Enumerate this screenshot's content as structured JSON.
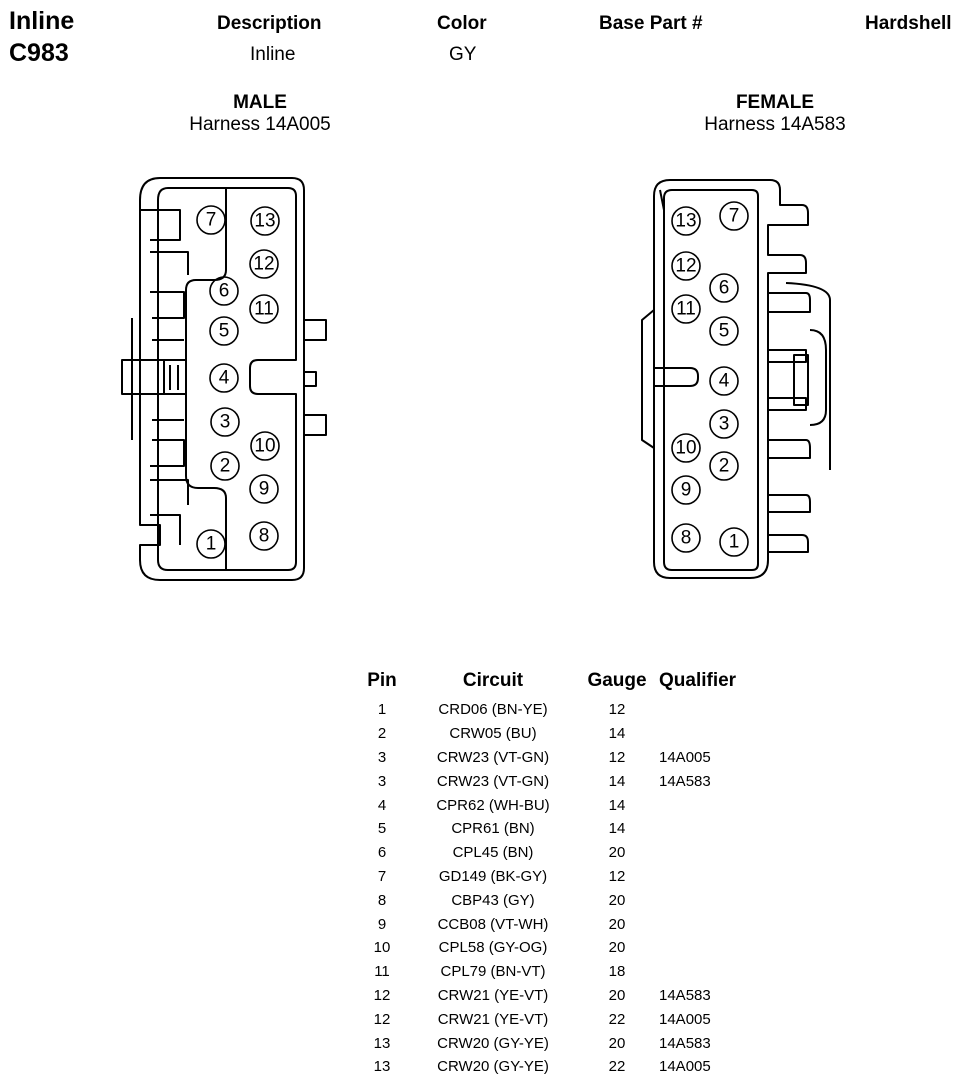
{
  "header": {
    "connector_type": "Inline",
    "connector_id": "C983",
    "columns": {
      "description_label": "Description",
      "color_label": "Color",
      "base_part_label": "Base Part #",
      "hardshell_label": "Hardshell"
    },
    "values": {
      "description": "Inline",
      "color": "GY"
    }
  },
  "views": {
    "male": {
      "title": "MALE",
      "harness": "Harness 14A005",
      "pins": [
        "7",
        "13",
        "12",
        "6",
        "11",
        "5",
        "4",
        "3",
        "10",
        "2",
        "9",
        "1",
        "8"
      ]
    },
    "female": {
      "title": "FEMALE",
      "harness": "Harness 14A583",
      "pins": [
        "13",
        "7",
        "12",
        "11",
        "6",
        "5",
        "4",
        "3",
        "10",
        "2",
        "9",
        "8",
        "1"
      ]
    }
  },
  "pin_table": {
    "headers": {
      "pin": "Pin",
      "circuit": "Circuit",
      "gauge": "Gauge",
      "qualifier": "Qualifier"
    },
    "rows": [
      {
        "pin": "1",
        "circuit": "CRD06 (BN-YE)",
        "gauge": "12",
        "qualifier": ""
      },
      {
        "pin": "2",
        "circuit": "CRW05 (BU)",
        "gauge": "14",
        "qualifier": ""
      },
      {
        "pin": "3",
        "circuit": "CRW23 (VT-GN)",
        "gauge": "12",
        "qualifier": "14A005"
      },
      {
        "pin": "3",
        "circuit": "CRW23 (VT-GN)",
        "gauge": "14",
        "qualifier": "14A583"
      },
      {
        "pin": "4",
        "circuit": "CPR62 (WH-BU)",
        "gauge": "14",
        "qualifier": ""
      },
      {
        "pin": "5",
        "circuit": "CPR61 (BN)",
        "gauge": "14",
        "qualifier": ""
      },
      {
        "pin": "6",
        "circuit": "CPL45 (BN)",
        "gauge": "20",
        "qualifier": ""
      },
      {
        "pin": "7",
        "circuit": "GD149 (BK-GY)",
        "gauge": "12",
        "qualifier": ""
      },
      {
        "pin": "8",
        "circuit": "CBP43 (GY)",
        "gauge": "20",
        "qualifier": ""
      },
      {
        "pin": "9",
        "circuit": "CCB08 (VT-WH)",
        "gauge": "20",
        "qualifier": ""
      },
      {
        "pin": "10",
        "circuit": "CPL58 (GY-OG)",
        "gauge": "20",
        "qualifier": ""
      },
      {
        "pin": "11",
        "circuit": "CPL79 (BN-VT)",
        "gauge": "18",
        "qualifier": ""
      },
      {
        "pin": "12",
        "circuit": "CRW21 (YE-VT)",
        "gauge": "20",
        "qualifier": "14A583"
      },
      {
        "pin": "12",
        "circuit": "CRW21 (YE-VT)",
        "gauge": "22",
        "qualifier": "14A005"
      },
      {
        "pin": "13",
        "circuit": "CRW20 (GY-YE)",
        "gauge": "20",
        "qualifier": "14A583"
      },
      {
        "pin": "13",
        "circuit": "CRW20 (GY-YE)",
        "gauge": "22",
        "qualifier": "14A005"
      }
    ]
  }
}
